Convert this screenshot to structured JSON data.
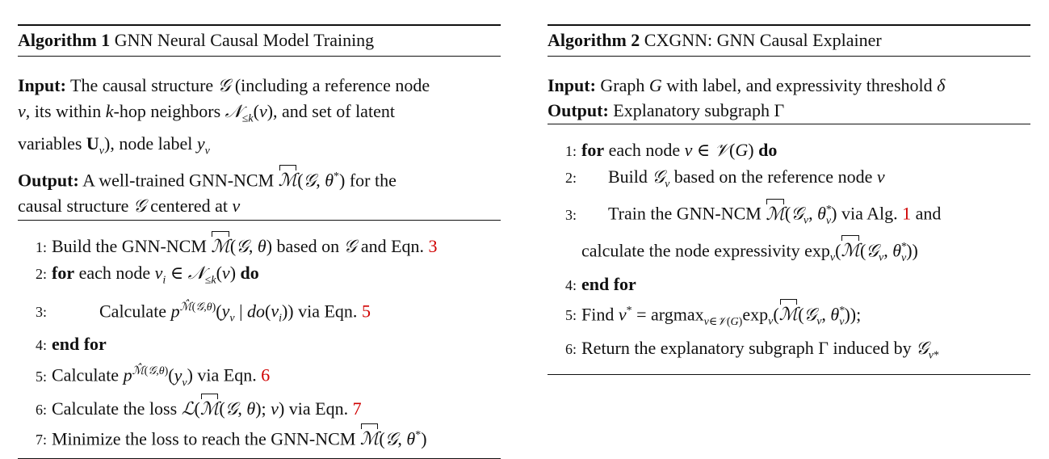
{
  "algorithm1": {
    "label": "Algorithm 1",
    "name": "GNN Neural Causal Model Training",
    "input_label": "Input:",
    "input_text": "The causal structure 𝒢 (including a reference node v, its within k-hop neighbors 𝒩≤k(v), and set of latent variables Uv), node label yv",
    "output_label": "Output:",
    "output_text": "A well-trained GNN-NCM ℳ̂(𝒢, θ*) for the causal structure 𝒢 centered at v",
    "steps": [
      {
        "num": "1:",
        "text": "Build the GNN-NCM ℳ̂(𝒢, θ) based on 𝒢 and Eqn. 3"
      },
      {
        "num": "2:",
        "text": "for each node vi ∈ 𝒩≤k(v) do"
      },
      {
        "num": "3:",
        "text": "Calculate p^ℳ̂(𝒢,θ)(yv | do(vi)) via Eqn. 5"
      },
      {
        "num": "4:",
        "text": "end for"
      },
      {
        "num": "5:",
        "text": "Calculate p^ℳ̂(𝒢,θ)(yv) via Eqn. 6"
      },
      {
        "num": "6:",
        "text": "Calculate the loss ℒ(ℳ̂(𝒢, θ); v) via Eqn. 7"
      },
      {
        "num": "7:",
        "text": "Minimize the loss to reach the GNN-NCM ℳ̂(𝒢, θ*)"
      }
    ],
    "refs": {
      "eqn_build": "3",
      "eqn_calc1": "5",
      "eqn_calc2": "6",
      "eqn_loss": "7"
    }
  },
  "algorithm2": {
    "label": "Algorithm 2",
    "name": "CXGNN: GNN Causal Explainer",
    "input_label": "Input:",
    "input_text": "Graph G with label, and expressivity threshold δ",
    "output_label": "Output:",
    "output_text": "Explanatory subgraph Γ",
    "steps": [
      {
        "num": "1:",
        "text": "for each node v ∈ 𝒱(G) do"
      },
      {
        "num": "2:",
        "text": "Build 𝒢v based on the reference node v"
      },
      {
        "num": "3:",
        "text": "Train the GNN-NCM ℳ̂(𝒢v, θv*) via Alg. 1 and calculate the node expressivity expv(ℳ̂(𝒢v, θv*))"
      },
      {
        "num": "4:",
        "text": "end for"
      },
      {
        "num": "5:",
        "text": "Find v* = argmaxv∈𝒱(G) expv(ℳ̂(𝒢v, θv*));"
      },
      {
        "num": "6:",
        "text": "Return the explanatory subgraph Γ induced by 𝒢v*"
      }
    ],
    "refs": {
      "alg": "1"
    }
  }
}
